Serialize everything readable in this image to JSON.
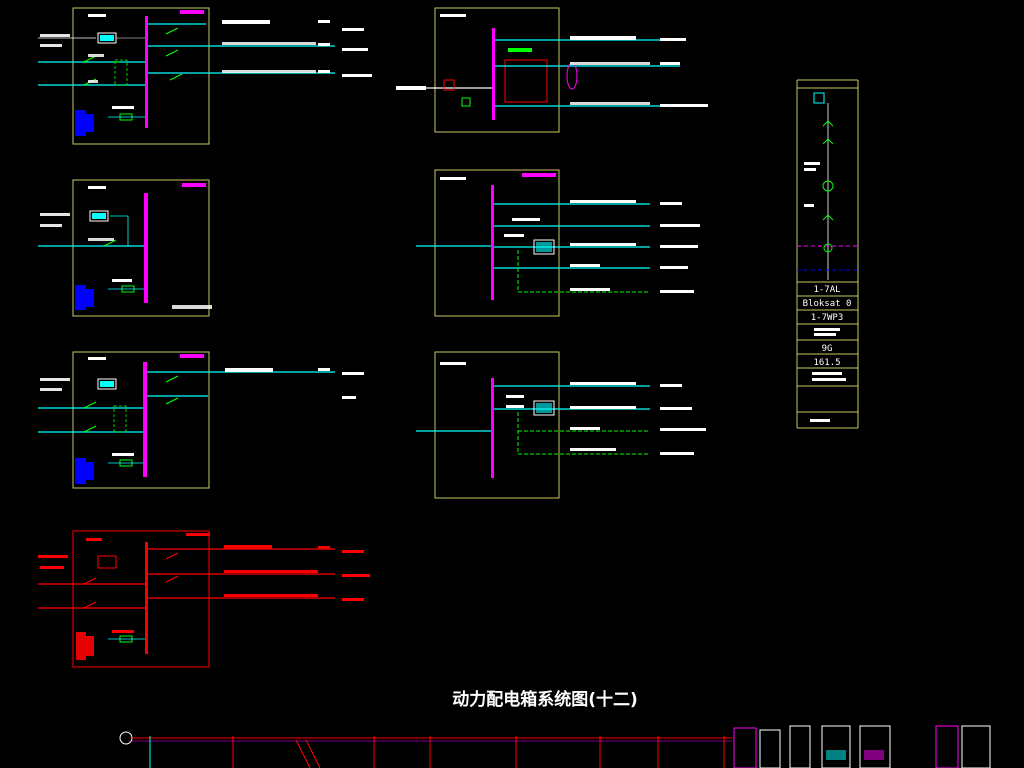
{
  "drawing": {
    "title": "动力配电箱系统图(十二)",
    "colors": {
      "background": "#000000",
      "frame": "#c8c864",
      "busbar": "#ff00ff",
      "feeder": "#00ffff",
      "breaker": "#00ff00",
      "text": "#ffffff",
      "alarm": "#ff0000",
      "blue_block": "#0000ff",
      "watermark": "#3a3a3a"
    },
    "schedule_table": {
      "rows": [
        "1-7AL",
        "Bloksat 0",
        "1-7WP3",
        "9G",
        "161.5"
      ]
    }
  }
}
